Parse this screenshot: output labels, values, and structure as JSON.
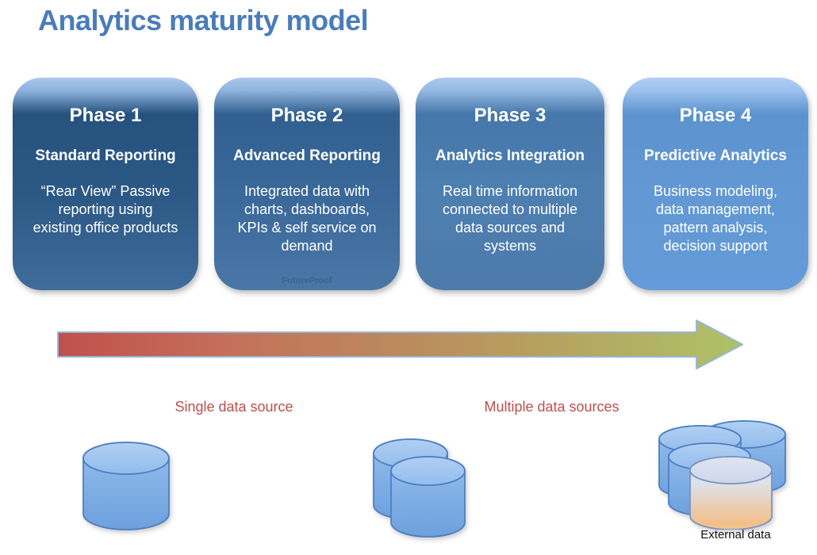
{
  "title": "Analytics maturity model",
  "phases": [
    {
      "name": "Phase 1",
      "subtitle": "Standard Reporting",
      "description": "“Rear View” Passive\nreporting using\nexisting office products"
    },
    {
      "name": "Phase 2",
      "subtitle": "Advanced Reporting",
      "description": "Integrated data with\ncharts, dashboards,\nKPIs & self service on\ndemand",
      "watermark": "FutureProof"
    },
    {
      "name": "Phase 3",
      "subtitle": "Analytics Integration",
      "description": "Real time information\nconnected to multiple\ndata sources and\nsystems"
    },
    {
      "name": "Phase 4",
      "subtitle": "Predictive Analytics",
      "description": "Business modeling,\ndata management,\npattern analysis,\ndecision support"
    }
  ],
  "labels": {
    "single_source": "Single data source",
    "multiple_sources": "Multiple data sources",
    "external_data": "External data"
  },
  "icons": {
    "single_database": "database-cylinder-icon",
    "pair_databases": "database-cluster-2-icon",
    "quad_databases": "database-cluster-4-icon"
  },
  "colors": {
    "title_blue": "#4a7cba",
    "label_red": "#bf4e4b",
    "phase_1_fill": "#2c5886",
    "phase_2_fill": "#3a689a",
    "phase_3_fill": "#4e7fb1",
    "phase_4_fill": "#6298d3",
    "arrow_start_red": "#c0504d",
    "arrow_end_green": "#adc267",
    "cylinder_blue": "#83b1e6",
    "external_orange": "#f2c08c"
  }
}
